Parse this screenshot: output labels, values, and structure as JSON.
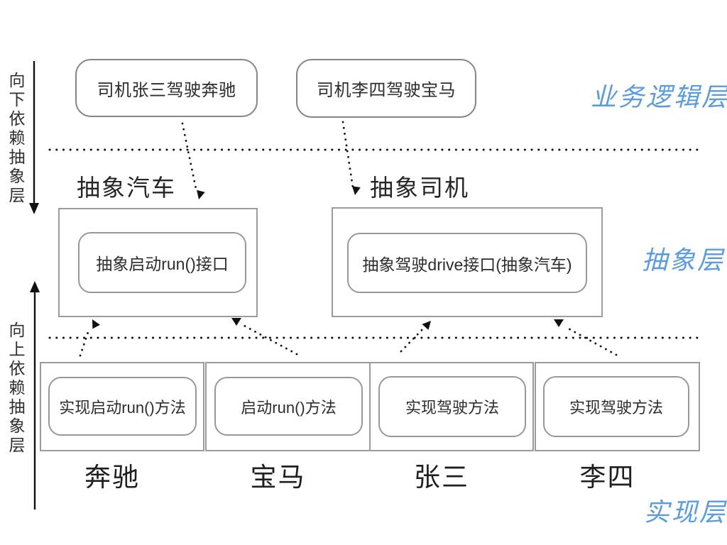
{
  "diagram": {
    "left_axis": {
      "top_label": "向下依赖抽象层",
      "bottom_label": "向上依赖抽象层"
    },
    "layer_labels": {
      "business": "业务逻辑层",
      "abstraction": "抽象层",
      "implementation": "实现层"
    },
    "business_layer": {
      "boxes": [
        {
          "label": "司机张三驾驶奔驰"
        },
        {
          "label": "司机李四驾驶宝马"
        }
      ]
    },
    "abstraction_layer": {
      "boxes": [
        {
          "title": "抽象汽车",
          "interface": "抽象启动run()接口"
        },
        {
          "title": "抽象司机",
          "interface": "抽象驾驶drive接口(抽象汽车)"
        }
      ]
    },
    "implementation_layer": {
      "boxes": [
        {
          "method": "实现启动run()方法",
          "label": "奔驰"
        },
        {
          "method": "启动run()方法",
          "label": "宝马"
        },
        {
          "method": "实现驾驶方法",
          "label": "张三"
        },
        {
          "method": "实现驾驶方法",
          "label": "李四"
        }
      ]
    },
    "colors": {
      "layer_label_blue": "#5b9cdd",
      "box_border_gray": "#9b9b9b",
      "arrow_black": "#111111"
    }
  }
}
